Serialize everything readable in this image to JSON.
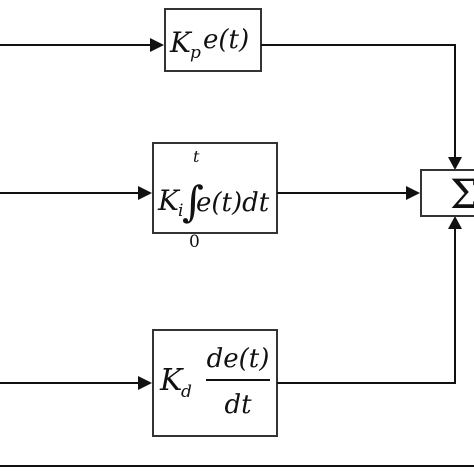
{
  "blocks": {
    "proportional": {
      "gain_symbol": "K",
      "gain_subscript": "p",
      "term": "e(t)"
    },
    "integral": {
      "gain_symbol": "K",
      "gain_subscript": "i",
      "upper_limit": "t",
      "lower_limit": "0",
      "integral_sign": "∫",
      "integrand": "e(t)dt"
    },
    "derivative": {
      "gain_symbol": "K",
      "gain_subscript": "d",
      "numerator": "de(t)",
      "denominator": "dt"
    }
  },
  "summation": {
    "symbol": "Σ"
  }
}
